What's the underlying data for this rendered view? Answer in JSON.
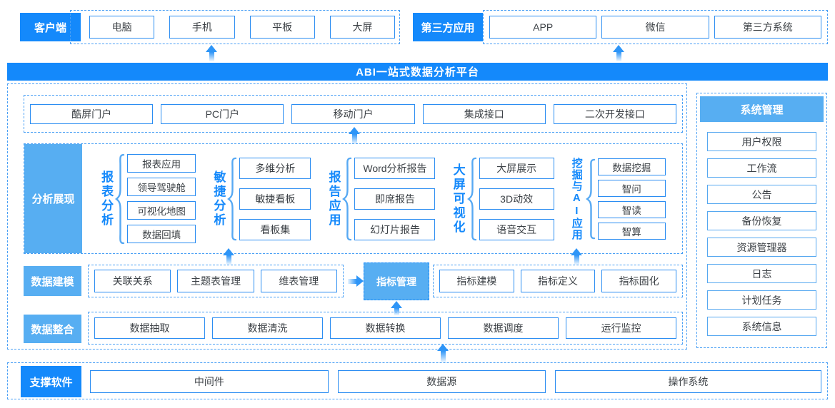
{
  "colors": {
    "primary_blue": "#1489fb",
    "light_blue": "#57aef2",
    "box_border_blue": "#2b8df2",
    "dashed_border_blue": "#4aa0f5",
    "text_dark": "#3c4146"
  },
  "top": {
    "client": {
      "label": "客户端",
      "items": [
        "电脑",
        "手机",
        "平板",
        "大屏"
      ]
    },
    "third_party": {
      "label": "第三方应用",
      "items": [
        "APP",
        "微信",
        "第三方系统"
      ]
    }
  },
  "banner": {
    "title": "ABI一站式数据分析平台"
  },
  "portals": {
    "items": [
      "酷屏门户",
      "PC门户",
      "移动门户",
      "集成接口",
      "二次开发接口"
    ]
  },
  "analysis": {
    "label": "分析展现",
    "groups": [
      {
        "name": "报表分析",
        "items": [
          "报表应用",
          "领导驾驶舱",
          "可视化地图",
          "数据回填"
        ]
      },
      {
        "name": "敏捷分析",
        "items": [
          "多维分析",
          "敏捷看板",
          "看板集"
        ]
      },
      {
        "name": "报告应用",
        "items": [
          "Word分析报告",
          "即席报告",
          "幻灯片报告"
        ]
      },
      {
        "name": "大屏可视化",
        "items": [
          "大屏展示",
          "3D动效",
          "语音交互"
        ]
      },
      {
        "name": "挖掘与AI应用",
        "items": [
          "数据挖掘",
          "智问",
          "智读",
          "智算"
        ]
      }
    ]
  },
  "modeling": {
    "label": "数据建模",
    "items": [
      "关联关系",
      "主题表管理",
      "维表管理"
    ],
    "indicator": "指标管理",
    "indicator_items": [
      "指标建模",
      "指标定义",
      "指标固化"
    ]
  },
  "integration": {
    "label": "数据整合",
    "items": [
      "数据抽取",
      "数据清洗",
      "数据转换",
      "数据调度",
      "运行监控"
    ]
  },
  "system": {
    "label": "系统管理",
    "items": [
      "用户权限",
      "工作流",
      "公告",
      "备份恢复",
      "资源管理器",
      "日志",
      "计划任务",
      "系统信息"
    ]
  },
  "support": {
    "label": "支撑软件",
    "items": [
      "中间件",
      "数据源",
      "操作系统"
    ]
  }
}
